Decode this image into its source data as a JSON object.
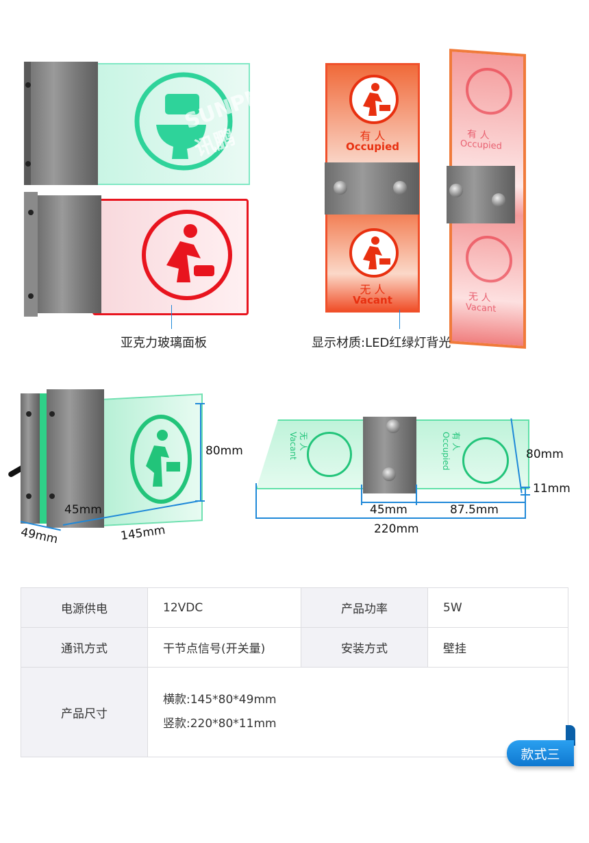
{
  "top_left": {
    "watermark": "SUNPN讯鹏",
    "caption": "亚克力玻璃面板"
  },
  "top_right": {
    "occupied_cn": "有 人",
    "occupied_en": "Occupied",
    "vacant_cn": "无 人",
    "vacant_en": "Vacant",
    "caption": "显示材质:LED红绿灯背光"
  },
  "dims_left": {
    "height": "80mm",
    "bracket": "45mm",
    "depth": "49mm",
    "width": "145mm"
  },
  "dims_right": {
    "height": "80mm",
    "thickness": "11mm",
    "bracket": "45mm",
    "half": "87.5mm",
    "width": "220mm",
    "vacant_cn": "无 人",
    "vacant_en": "Vacant",
    "occupied_cn": "有 人",
    "occupied_en": "Occupied"
  },
  "specs": {
    "rows": [
      {
        "label1": "电源供电",
        "value1": "12VDC",
        "label2": "产品功率",
        "value2": "5W"
      },
      {
        "label1": "通讯方式",
        "value1": "干节点信号(开关量)",
        "label2": "安装方式",
        "value2": "壁挂"
      }
    ],
    "size_label": "产品尺寸",
    "size_lines": [
      "横款:145*80*49mm",
      "竖款:220*80*11mm"
    ]
  },
  "badge": "款式三",
  "colors": {
    "green": "#2ed39a",
    "red": "#e8141e",
    "orange": "#f0502a",
    "accent": "#1e88d8"
  }
}
